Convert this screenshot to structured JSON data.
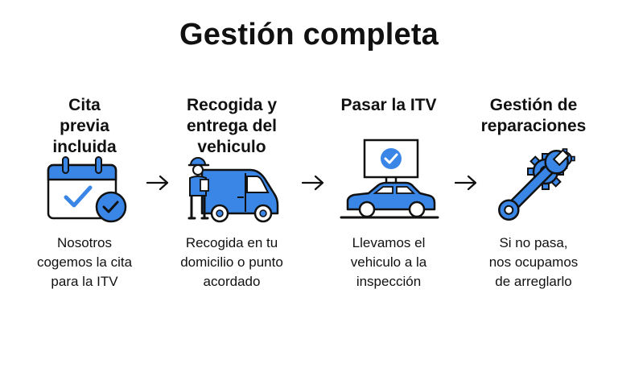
{
  "title": "Gestión completa",
  "colors": {
    "accent": "#3a86e6",
    "stroke": "#111111"
  },
  "steps": [
    {
      "title_lines": [
        "Cita",
        "previa",
        "incluida"
      ],
      "desc_lines": [
        "Nosotros",
        "cogemos la cita",
        "para la ITV"
      ],
      "icon": "calendar-check-icon"
    },
    {
      "title_lines": [
        "Recogida y",
        "entrega del",
        "vehiculo"
      ],
      "desc_lines": [
        "Recogida en tu",
        "domicilio o punto",
        "acordado"
      ],
      "icon": "van-driver-icon"
    },
    {
      "title_lines": [
        "Pasar la ITV"
      ],
      "desc_lines": [
        "Llevamos el",
        "vehiculo a la",
        "inspección"
      ],
      "icon": "car-inspection-icon"
    },
    {
      "title_lines": [
        "Gestión de",
        "reparaciones"
      ],
      "desc_lines": [
        "Si no pasa,",
        "nos ocupamos",
        "de arreglarlo"
      ],
      "icon": "wrench-gears-icon"
    }
  ],
  "arrows": [
    "arrow-right-icon",
    "arrow-right-icon",
    "arrow-right-icon"
  ]
}
